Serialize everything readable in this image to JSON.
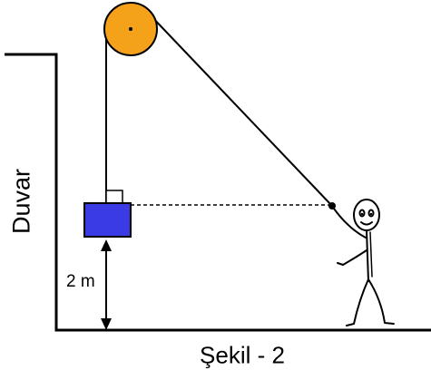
{
  "labels": {
    "wall": "Duvar",
    "height": "2 m",
    "caption": "Şekil - 2"
  },
  "colors": {
    "pulley_fill": "#F5A21B",
    "block_fill": "#3B3BE6",
    "line": "#000000"
  }
}
